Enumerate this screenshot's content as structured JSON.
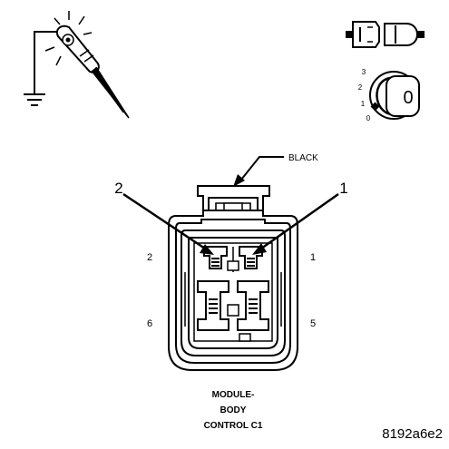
{
  "callouts": {
    "color": "BLACK",
    "pointer_left": "2",
    "pointer_right": "1"
  },
  "cavities": {
    "top_left": "2",
    "top_right": "1",
    "bottom_left": "6",
    "bottom_right": "5"
  },
  "caption": {
    "line1": "MODULE-",
    "line2": "BODY",
    "line3": "CONTROL C1"
  },
  "figure_id": "8192a6e2",
  "ignition_dial": {
    "key_label": "0",
    "positions": [
      "3",
      "2",
      "1",
      "0"
    ]
  },
  "icons": {
    "test_light": "test-light-probe-icon",
    "ground": "ground-symbol-icon",
    "connector_disconnect": "connector-disconnect-icon",
    "ignition": "ignition-switch-icon"
  }
}
